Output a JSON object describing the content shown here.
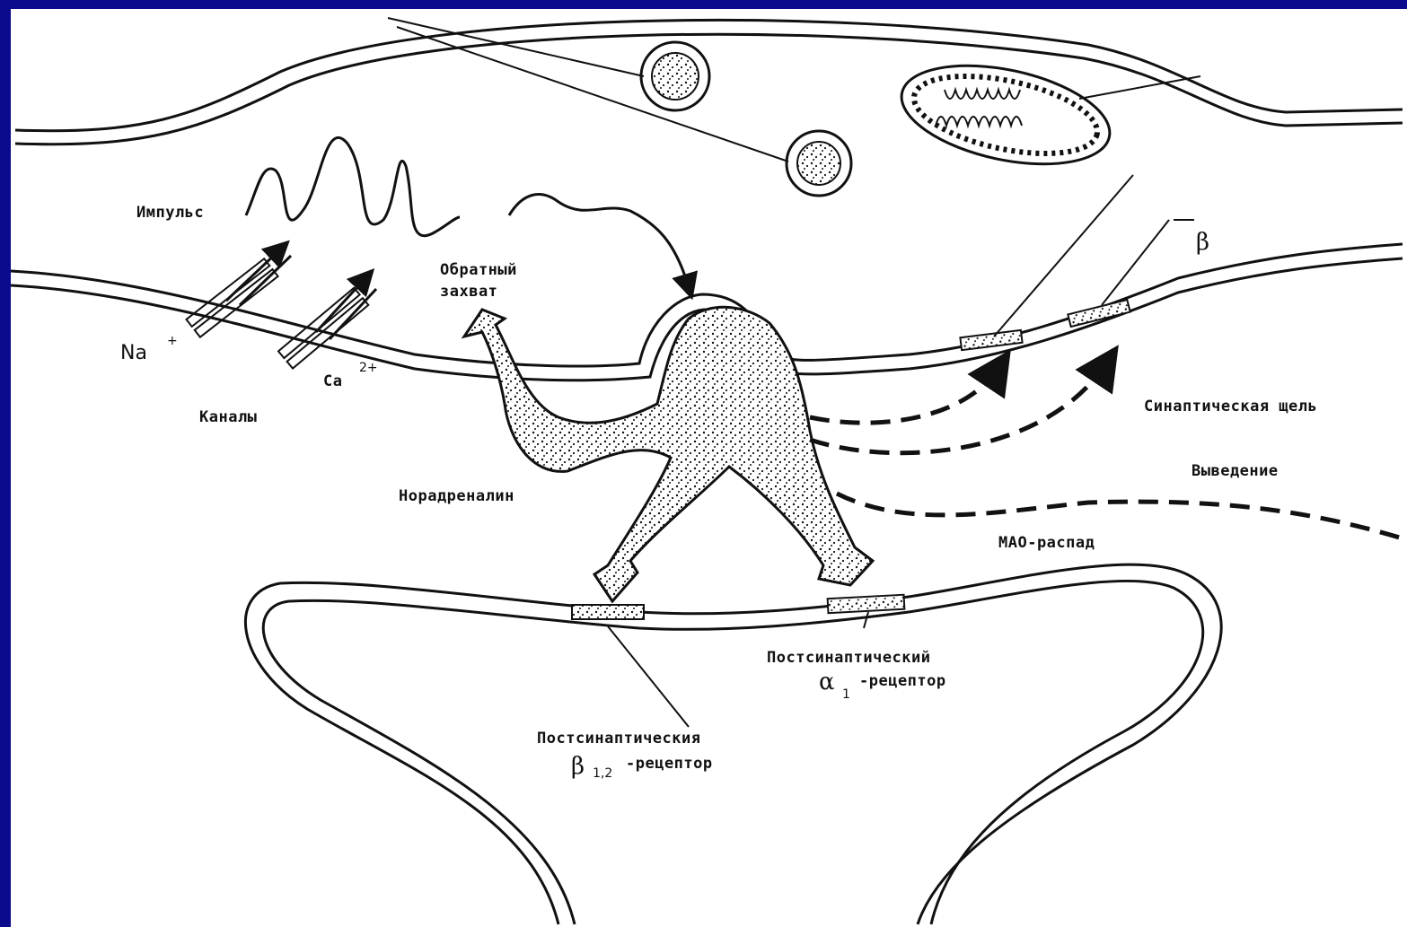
{
  "labels": {
    "impulse": "Импульс",
    "reuptake_line1": "Обратный",
    "reuptake_line2": "захват",
    "na": "Na",
    "na_charge": "+",
    "ca": "Ca",
    "ca_charge": "2+",
    "channels": "Каналы",
    "noradrenaline": "Норадреналин",
    "synaptic_cleft": "Синаптическая щель",
    "removal": "Выведение",
    "mao": "МАО-распад",
    "beta_pre": "β",
    "alpha1_line1": "Постсинаптический",
    "alpha1_symbol": "α",
    "alpha1_sub": "1",
    "alpha1_line2": "-рецептор",
    "beta12_line1": "Постсинаптическия",
    "beta12_symbol": "β",
    "beta12_sub": "1,2",
    "beta12_line2": "-рецептор"
  },
  "colors": {
    "background": "#0a0a8c",
    "paper": "#ffffff",
    "ink": "#111111"
  }
}
